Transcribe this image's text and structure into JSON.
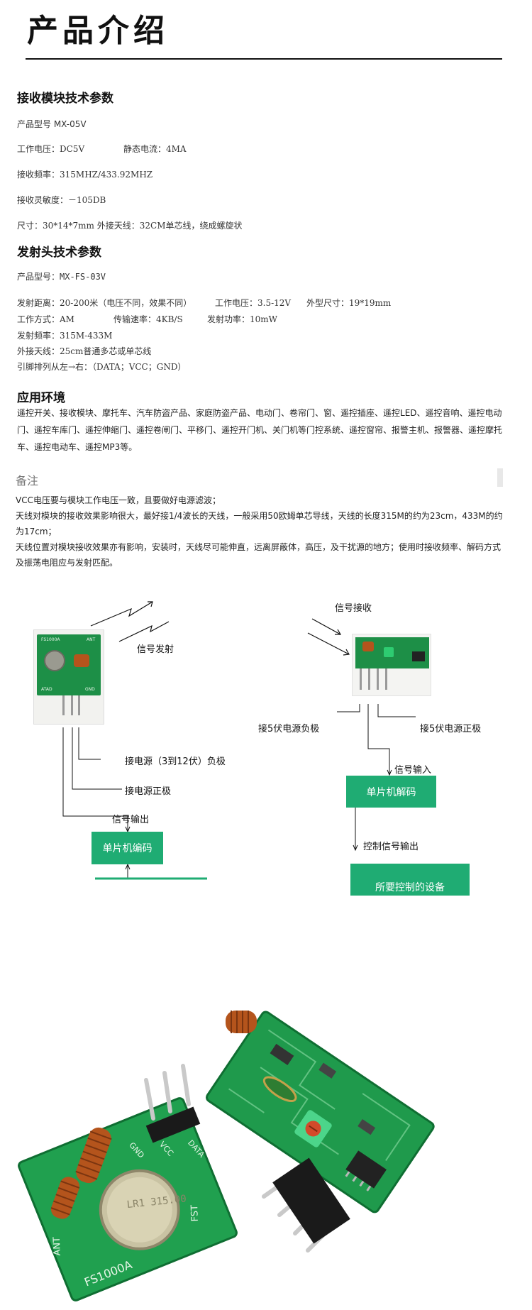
{
  "header": {
    "title": "产品介绍"
  },
  "receiver": {
    "heading": "接收模块技术参数",
    "model": "产品型号 MX-05V",
    "voltage": "工作电压：DC5V",
    "current": "静态电流：4MA",
    "frequency": "接收频率：315MHZ/433.92MHZ",
    "sensitivity": "接收灵敏度：－105DB",
    "size": "尺寸：30*14*7mm 外接天线：32CM单芯线，绕成螺旋状"
  },
  "transmitter": {
    "heading": "发射头技术参数",
    "model": "产品型号：MX-FS-03V",
    "distance": "发射距离：20-200米（电压不同，效果不同）",
    "voltage": "工作电压：3.5-12V",
    "dimension": "外型尺寸：19*19mm",
    "mode": "工作方式：AM",
    "rate": "传输速率：4KB/S",
    "power": "发射功率：10mW",
    "frequency": "发射频率：315M-433M",
    "antenna": "外接天线：25cm普通多芯或单芯线",
    "pins": "引脚排列从左→右：（DATA；VCC；GND）"
  },
  "application": {
    "heading": "应用环境",
    "text": "遥控开关、接收模块、摩托车、汽车防盗产品、家庭防盗产品、电动门、卷帘门、窗、遥控插座、遥控LED、遥控音响、遥控电动门、遥控车库门、遥控伸缩门、遥控卷闸门、平移门、遥控开门机、关门机等门控系统、遥控窗帘、报警主机、报警器、遥控摩托车、遥控电动车、遥控MP3等。"
  },
  "notes": {
    "heading": "备注",
    "line1": "VCC电压要与模块工作电压一致，且要做好电源滤波；",
    "line2": "天线对模块的接收效果影响很大，最好接1/4波长的天线，一般采用50欧姆单芯导线，天线的长度315M的约为23cm，433M的约为17cm；",
    "line3": "天线位置对模块接收效果亦有影响，安装时，天线尽可能伸直，远离屏蔽体，高压，及干扰源的地方；使用时接收频率、解码方式及振荡电阻应与发射匹配。"
  },
  "diagram": {
    "tx_signal": "信号发射",
    "tx_negative": "接电源（3到12伏）负极",
    "tx_positive": "接电源正极",
    "tx_output": "信号输出",
    "tx_mcu": "单片机编码",
    "tx_silk_top": "FS1000A",
    "tx_silk_ant": "ANT",
    "tx_silk_atad": "ATAD",
    "tx_silk_gnd": "GND",
    "rx_signal": "信号接收",
    "rx_negative": "接5伏电源负极",
    "rx_positive": "接5伏电源正极",
    "rx_input": "信号输入",
    "rx_mcu": "单片机解码",
    "rx_ctrl": "控制信号输出",
    "rx_device": "所要控制的设备"
  },
  "photo": {
    "tx_label": "FS1000A",
    "tx_can": "LR1 315.00",
    "tx_fst": "FST",
    "tx_ant": "ANT",
    "tx_vcc": "VCC",
    "tx_gnd": "GND",
    "tx_data": "DATA"
  },
  "colors": {
    "pcb_green": "#1d8f47",
    "box_green": "#1fac73",
    "coil_copper": "#b4541c"
  }
}
